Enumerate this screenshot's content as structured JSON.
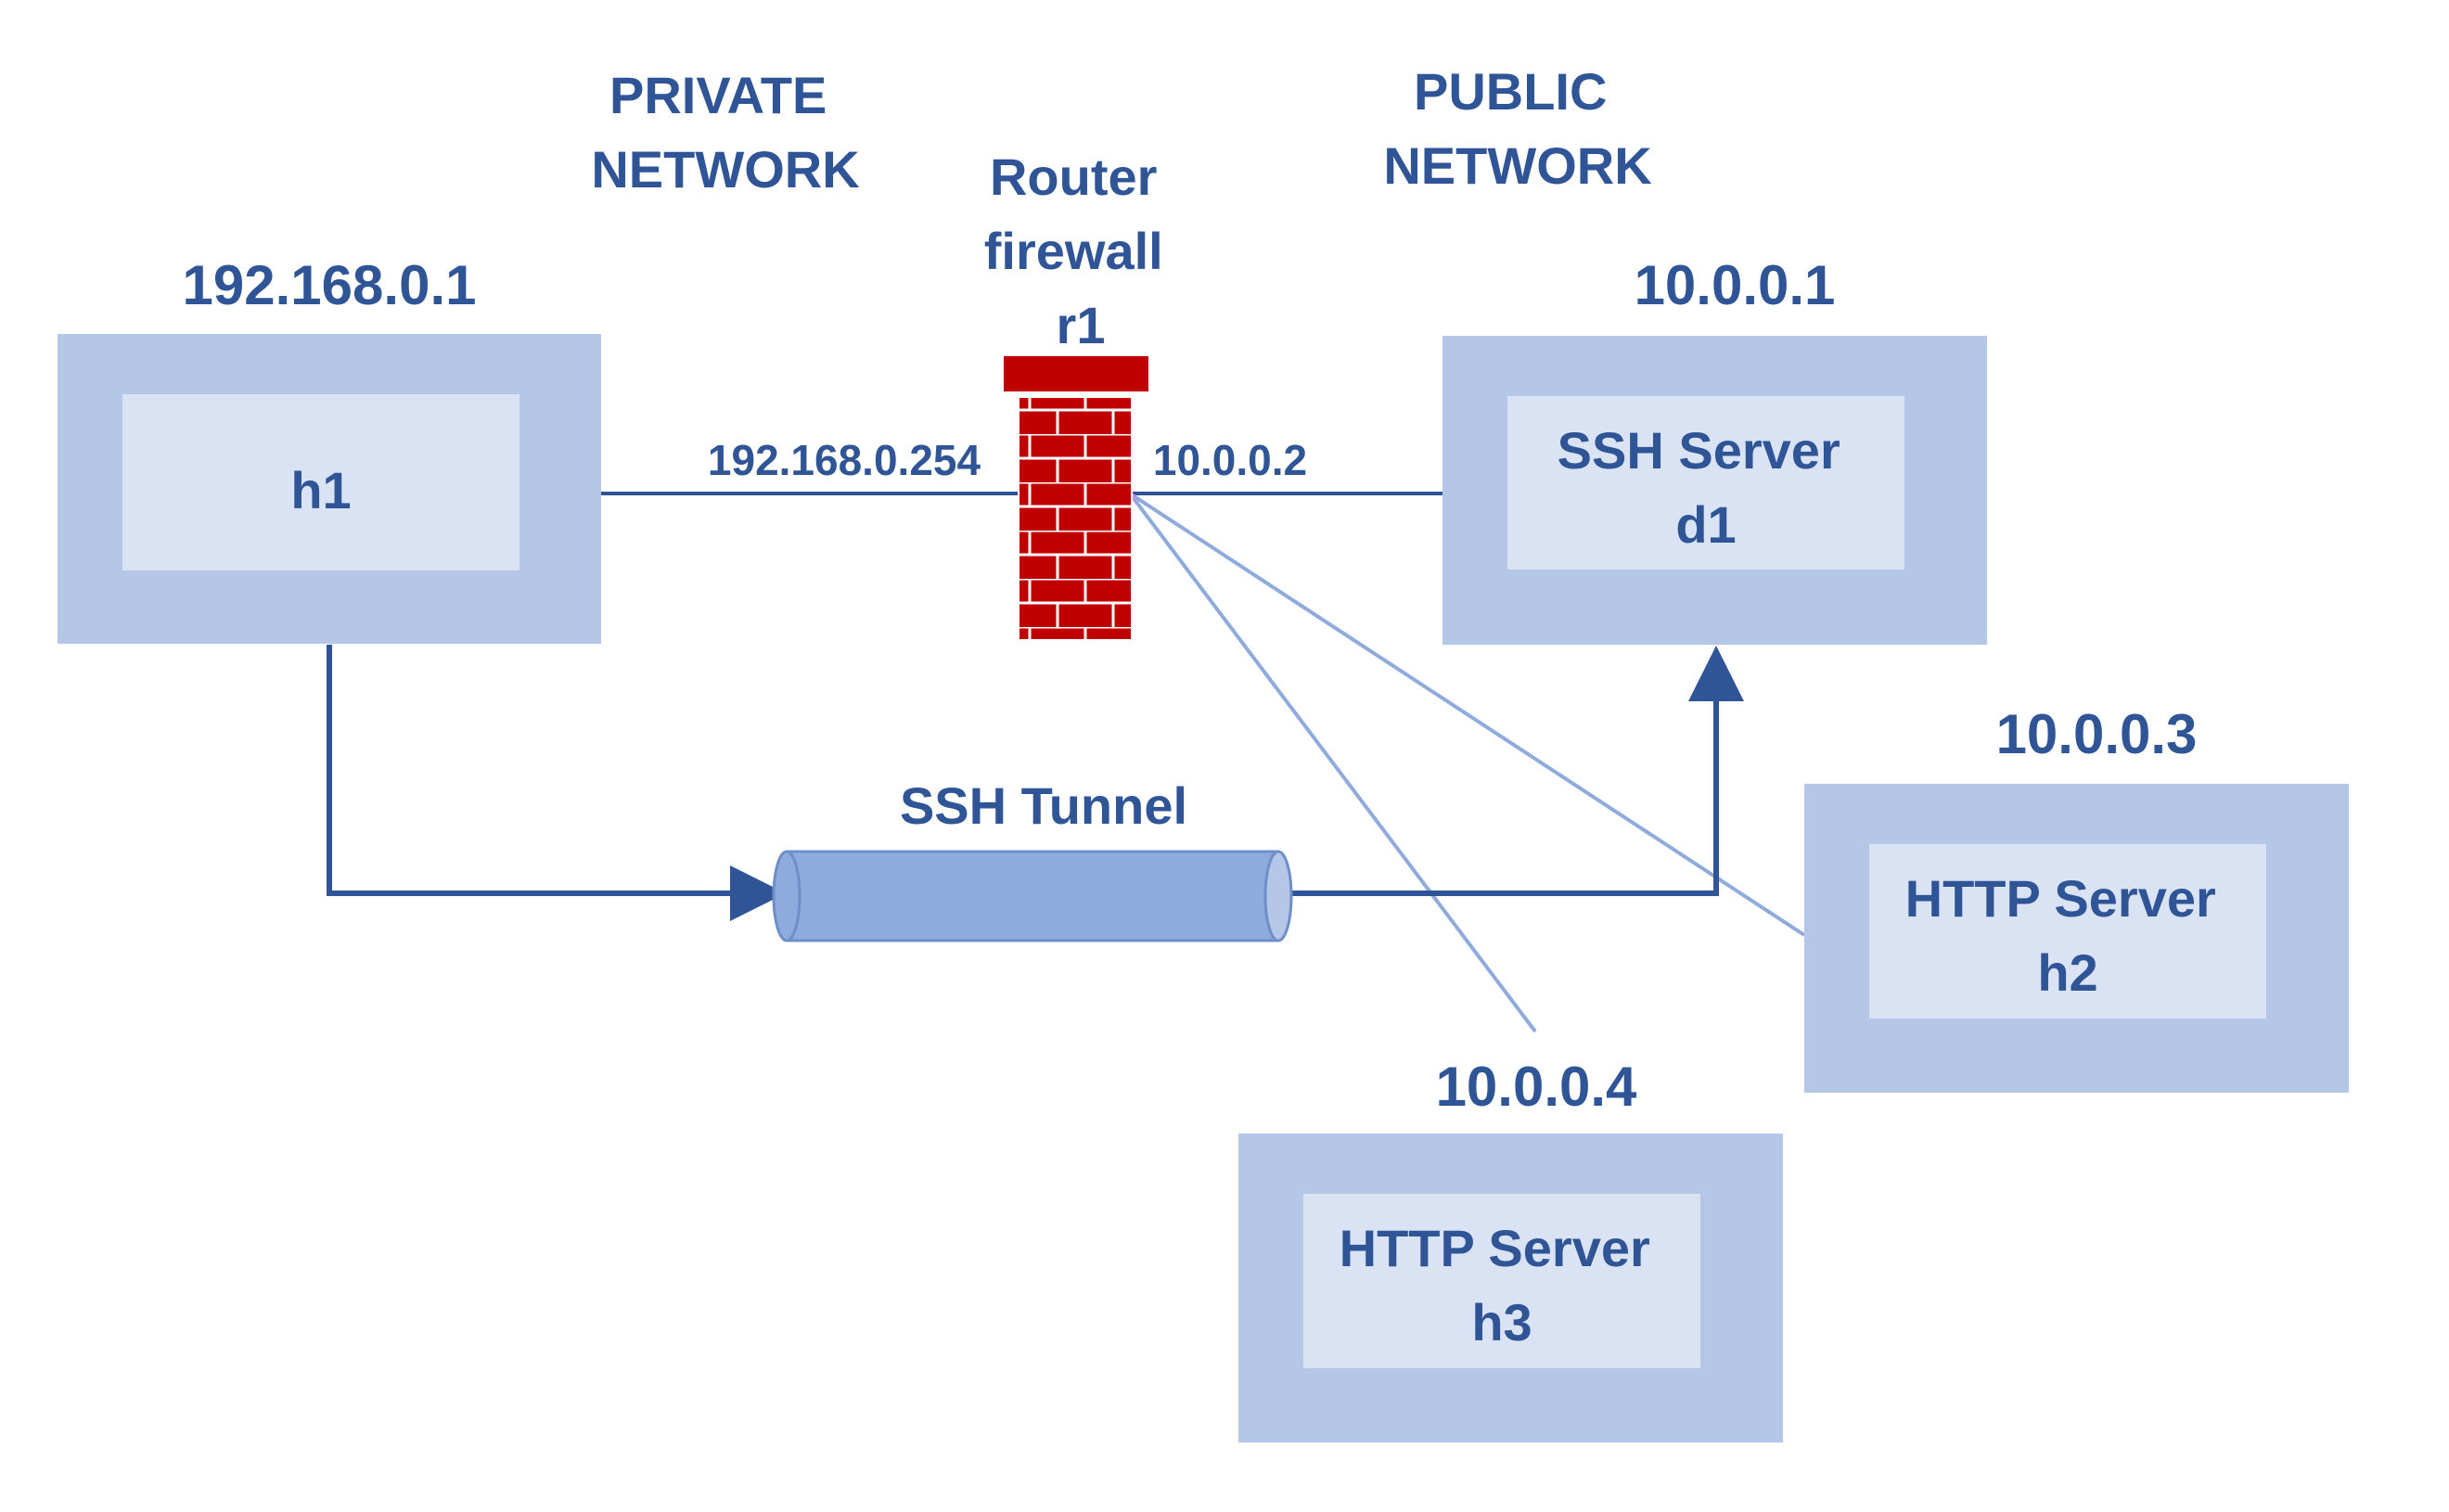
{
  "zones": {
    "private": [
      "PRIVATE",
      "NETWORK"
    ],
    "public": [
      "PUBLIC",
      "NETWORK"
    ]
  },
  "router": {
    "label": [
      "Router",
      "firewall",
      "r1"
    ],
    "private_ip": "192.168.0.254",
    "public_ip": "10.0.0.2"
  },
  "hosts": {
    "h1": {
      "ip": "192.168.0.1",
      "label": [
        "h1"
      ]
    },
    "d1": {
      "ip": "10.0.0.1",
      "label": [
        "SSH Server",
        "d1"
      ]
    },
    "h2": {
      "ip": "10.0.0.3",
      "label": [
        "HTTP Server",
        "h2"
      ]
    },
    "h3": {
      "ip": "10.0.0.4",
      "label": [
        "HTTP Server",
        "h3"
      ]
    }
  },
  "tunnel": {
    "label": "SSH Tunnel"
  },
  "colors": {
    "text": "#2f5597",
    "host_outer": "#b4c7e7",
    "host_inner": "#dae3f3",
    "link": "#2f5597",
    "link_light": "#8faadc",
    "firewall": "#c00000",
    "tunnel": "#8faadc"
  }
}
